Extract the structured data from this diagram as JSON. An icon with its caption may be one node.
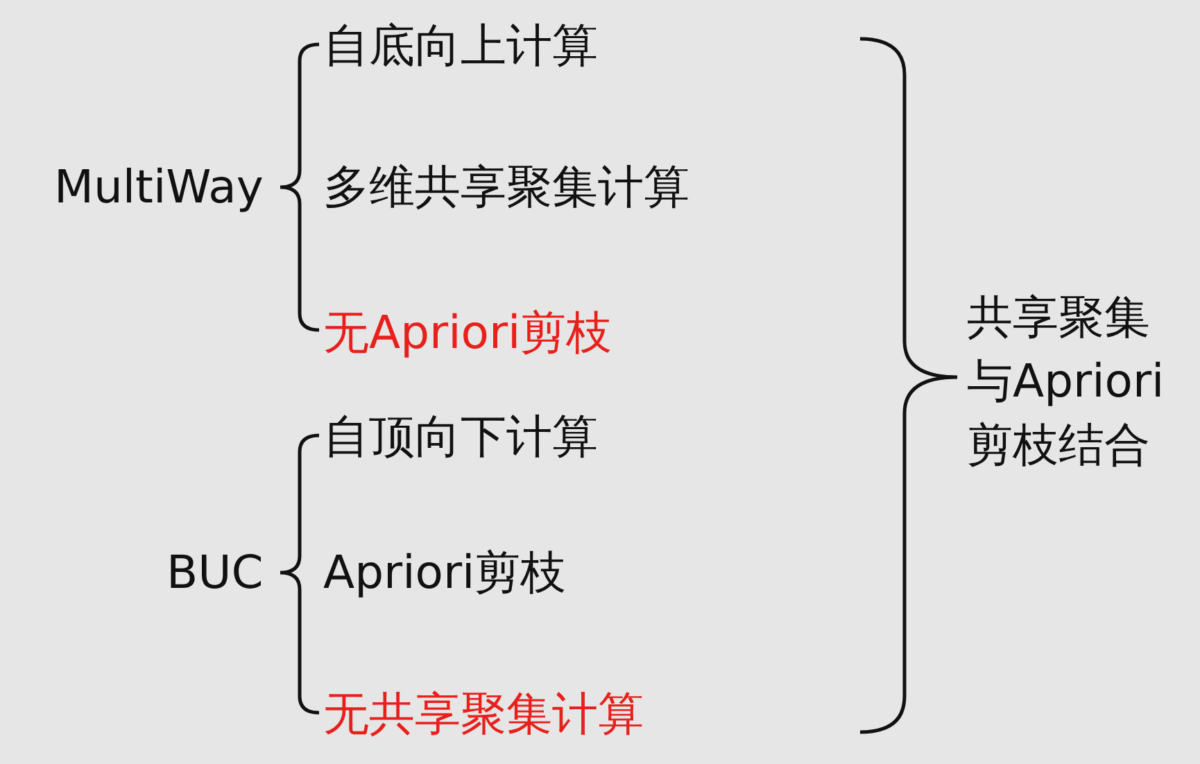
{
  "diagram": {
    "labels": [
      "自底向上计算",
      "MultiWay",
      "多维共享聚集计算",
      "无Apriori剪枝",
      "共享聚集与Apriori剪枝结合",
      "自顶向下计算",
      "BUC",
      "Apriori剪枝",
      "无共享聚集计算"
    ]
  }
}
